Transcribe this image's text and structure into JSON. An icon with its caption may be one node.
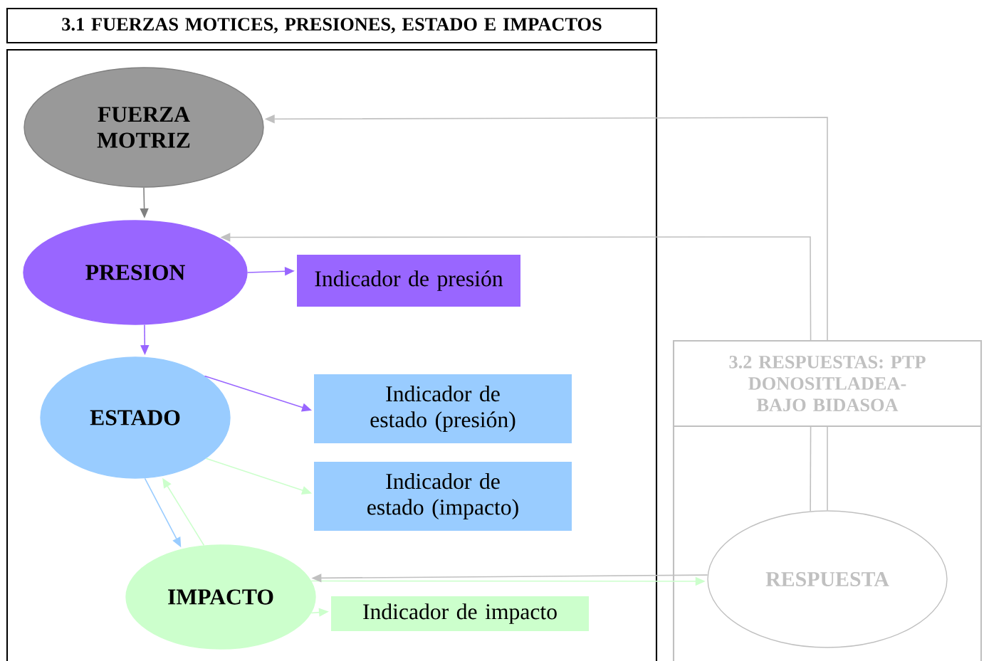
{
  "diagram": {
    "nodes": [
      {
        "text": [
          "3.1 FUERZAS MOTICES, PRESIONES, ESTADO E IMPACTOS"
        ]
      },
      {
        "text": [
          "FUERZA MOTRIZ"
        ],
        "in": 0
      },
      {
        "text": [
          "PRESION"
        ],
        "in": 0
      },
      {
        "text": [
          "Indicador de presión"
        ],
        "in": 0
      },
      {
        "text": [
          "ESTADO"
        ],
        "in": 0
      },
      {
        "text": [
          "Indicador de estado (presión)"
        ],
        "in": 0
      },
      {
        "text": [
          "Indicador de estado (impacto)"
        ],
        "in": 0
      },
      {
        "text": [
          "IMPACTO"
        ],
        "in": 0
      },
      {
        "text": [
          "Indicador de impacto"
        ],
        "in": 0
      },
      {
        "text": [
          "3.2 RESPUESTAS: PTP DONOSITLADEA-BAJO BIDASOA"
        ]
      },
      {
        "text": [],
        "shape": "box"
      },
      {
        "text": [
          "RESPUESTA"
        ],
        "in": 10
      }
    ],
    "edges": [
      {
        "from": 1,
        "to": 2,
        "arrow": "to",
        "color": "#808080"
      },
      {
        "from": 2,
        "to": 3,
        "arrow": "to",
        "color": "#9966ff"
      },
      {
        "from": 2,
        "to": 4,
        "arrow": "to",
        "color": "#9966ff"
      },
      {
        "from": 4,
        "to": 5,
        "arrow": "to",
        "color": "#9966ff"
      },
      {
        "from": 4,
        "to": 6,
        "arrow": "to",
        "color": "#ccffcc"
      },
      {
        "from": 4,
        "to": 7,
        "arrow": "to",
        "color": "#99ccff"
      },
      {
        "from": 7,
        "to": 4,
        "arrow": "to",
        "color": "#ccffcc"
      },
      {
        "from": 7,
        "to": 8,
        "arrow": "to",
        "color": "#ccffcc"
      },
      {
        "from": 9,
        "to": 1,
        "arrow": "to",
        "color": "#c0c0c0"
      },
      {
        "from": 9,
        "to": 2,
        "arrow": "to",
        "color": "#c0c0c0"
      },
      {
        "from": 11,
        "to": 9,
        "arrow": "none",
        "color": "#c0c0c0"
      },
      {
        "from": 11,
        "to": 9,
        "arrow": "none",
        "color": "#c0c0c0"
      },
      {
        "from": 7,
        "to": 11,
        "arrow": "to",
        "color": "#ccffcc"
      },
      {
        "from": 11,
        "to": 7,
        "arrow": "to",
        "color": "#c0c0c0"
      }
    ]
  }
}
